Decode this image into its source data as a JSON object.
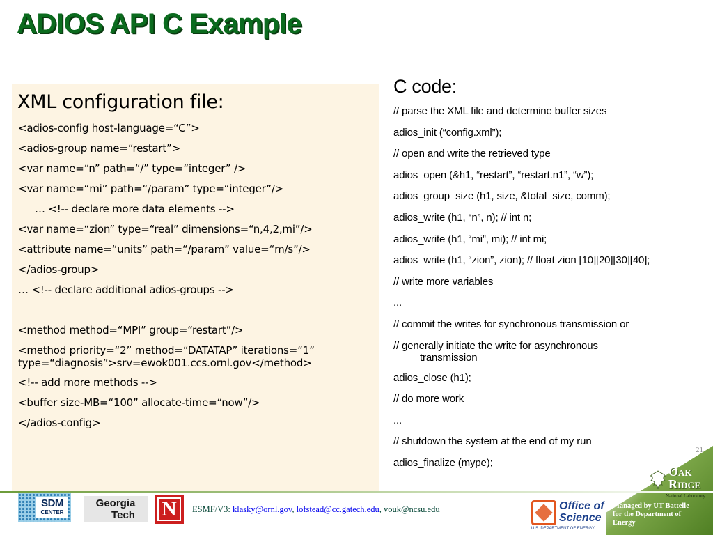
{
  "slide": {
    "title": "ADIOS API C Example",
    "number": "21"
  },
  "xml_panel": {
    "heading": "XML configuration file:",
    "lines": [
      "<adios-config host-language=“C”>",
      "<adios-group name=“restart”>",
      "<var name=“n” path=“/” type=“integer” />",
      "<var name=“mi” path=“/param” type=“integer”/>",
      "… <!-- declare more data elements -->",
      "<var name=“zion” type=“real” dimensions=“n,4,2,mi”/>",
      "<attribute name=“units” path=“/param” value=“m/s”/>",
      "</adios-group>",
      "… <!-- declare additional adios-groups -->",
      "<method method=“MPI” group=“restart”/>",
      "<method priority=“2” method=“DATATAP” iterations=“1”",
      "type=“diagnosis”>srv=ewok001.ccs.ornl.gov</method>",
      "<!-- add more methods -->",
      "<buffer size-MB=“100” allocate-time=“now”/>",
      "</adios-config>"
    ]
  },
  "c_panel": {
    "heading": "C code:",
    "lines": [
      "// parse the XML file and determine buffer sizes",
      "adios_init (“config.xml”);",
      "// open and write the retrieved type",
      "adios_open (&h1, “restart”, “restart.n1”, “w”);",
      "adios_group_size (h1, size, &total_size, comm);",
      "adios_write (h1, “n”, n);  // int n;",
      "adios_write (h1, “mi”, mi); // int mi;",
      "adios_write (h1, “zion”, zion); // float zion [10][20][30][40];",
      "// write more variables",
      "...",
      "// commit the writes for synchronous transmission or",
      "//    generally initiate the write for asynchronous",
      "transmission",
      "adios_close (h1);",
      "// do more work",
      "...",
      "// shutdown the system at the end of my run",
      "adios_finalize (mype);"
    ]
  },
  "footer": {
    "prefix": "ESMF/V3: ",
    "emails": [
      "klasky@ornl.gov",
      "lofstead@cc.gatech.edu",
      "vouk@ncsu.edu"
    ],
    "separator": ", ",
    "managed_by": "Managed by UT-Battelle for the Department of Energy",
    "logos": {
      "sdm_top": "SDM",
      "sdm_bottom": "CENTER",
      "gt_line1": "Georgia",
      "gt_line2": "Tech",
      "ncsu_letter": "N",
      "oos_line1": "Office of",
      "oos_line2": "Science",
      "oos_sub": "U.S. DEPARTMENT OF ENERGY",
      "ornl_line1": "Oak",
      "ornl_line2": "Ridge",
      "ornl_tag": "National Laboratory"
    }
  },
  "colors": {
    "title_green": "#0b6b1e",
    "xml_panel_bg": "#fdf4e3",
    "footer_green": "#4f7f23"
  }
}
